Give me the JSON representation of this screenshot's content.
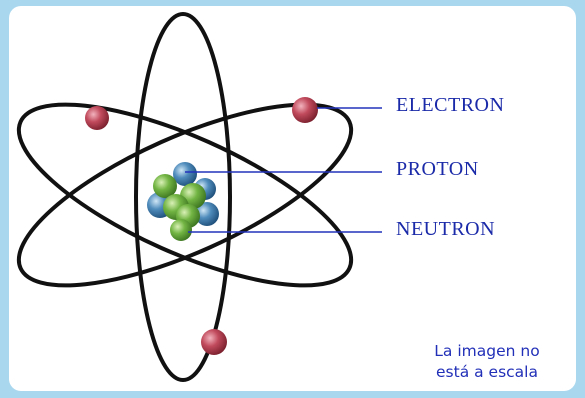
{
  "diagram": {
    "labels": {
      "electron": "ELECTRON",
      "proton": "PROTON",
      "neutron": "NEUTRON"
    },
    "note": {
      "line1": "La imagen no",
      "line2": "está a escala"
    }
  },
  "colors": {
    "background": "#a9d7ee",
    "panel": "#ffffff",
    "orbit": "#111111",
    "electron": "#b73b4c",
    "proton": "#4c86b5",
    "neutron": "#6fae3f",
    "pointer_line": "#2233bb",
    "label_text": "#1a2aa8"
  }
}
